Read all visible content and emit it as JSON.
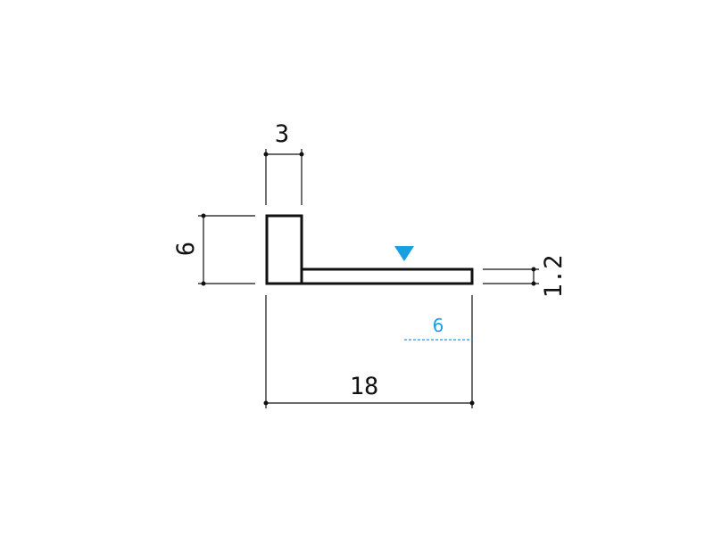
{
  "dimensions": {
    "flange_width": "3",
    "height": "6",
    "total_length": "18",
    "web_thickness": "1.2",
    "marker_distance": "6"
  },
  "colors": {
    "line": "#111111",
    "accent": "#1a9fe0",
    "background": "#ffffff"
  },
  "icons": {
    "marker": "triangle-down-icon"
  }
}
